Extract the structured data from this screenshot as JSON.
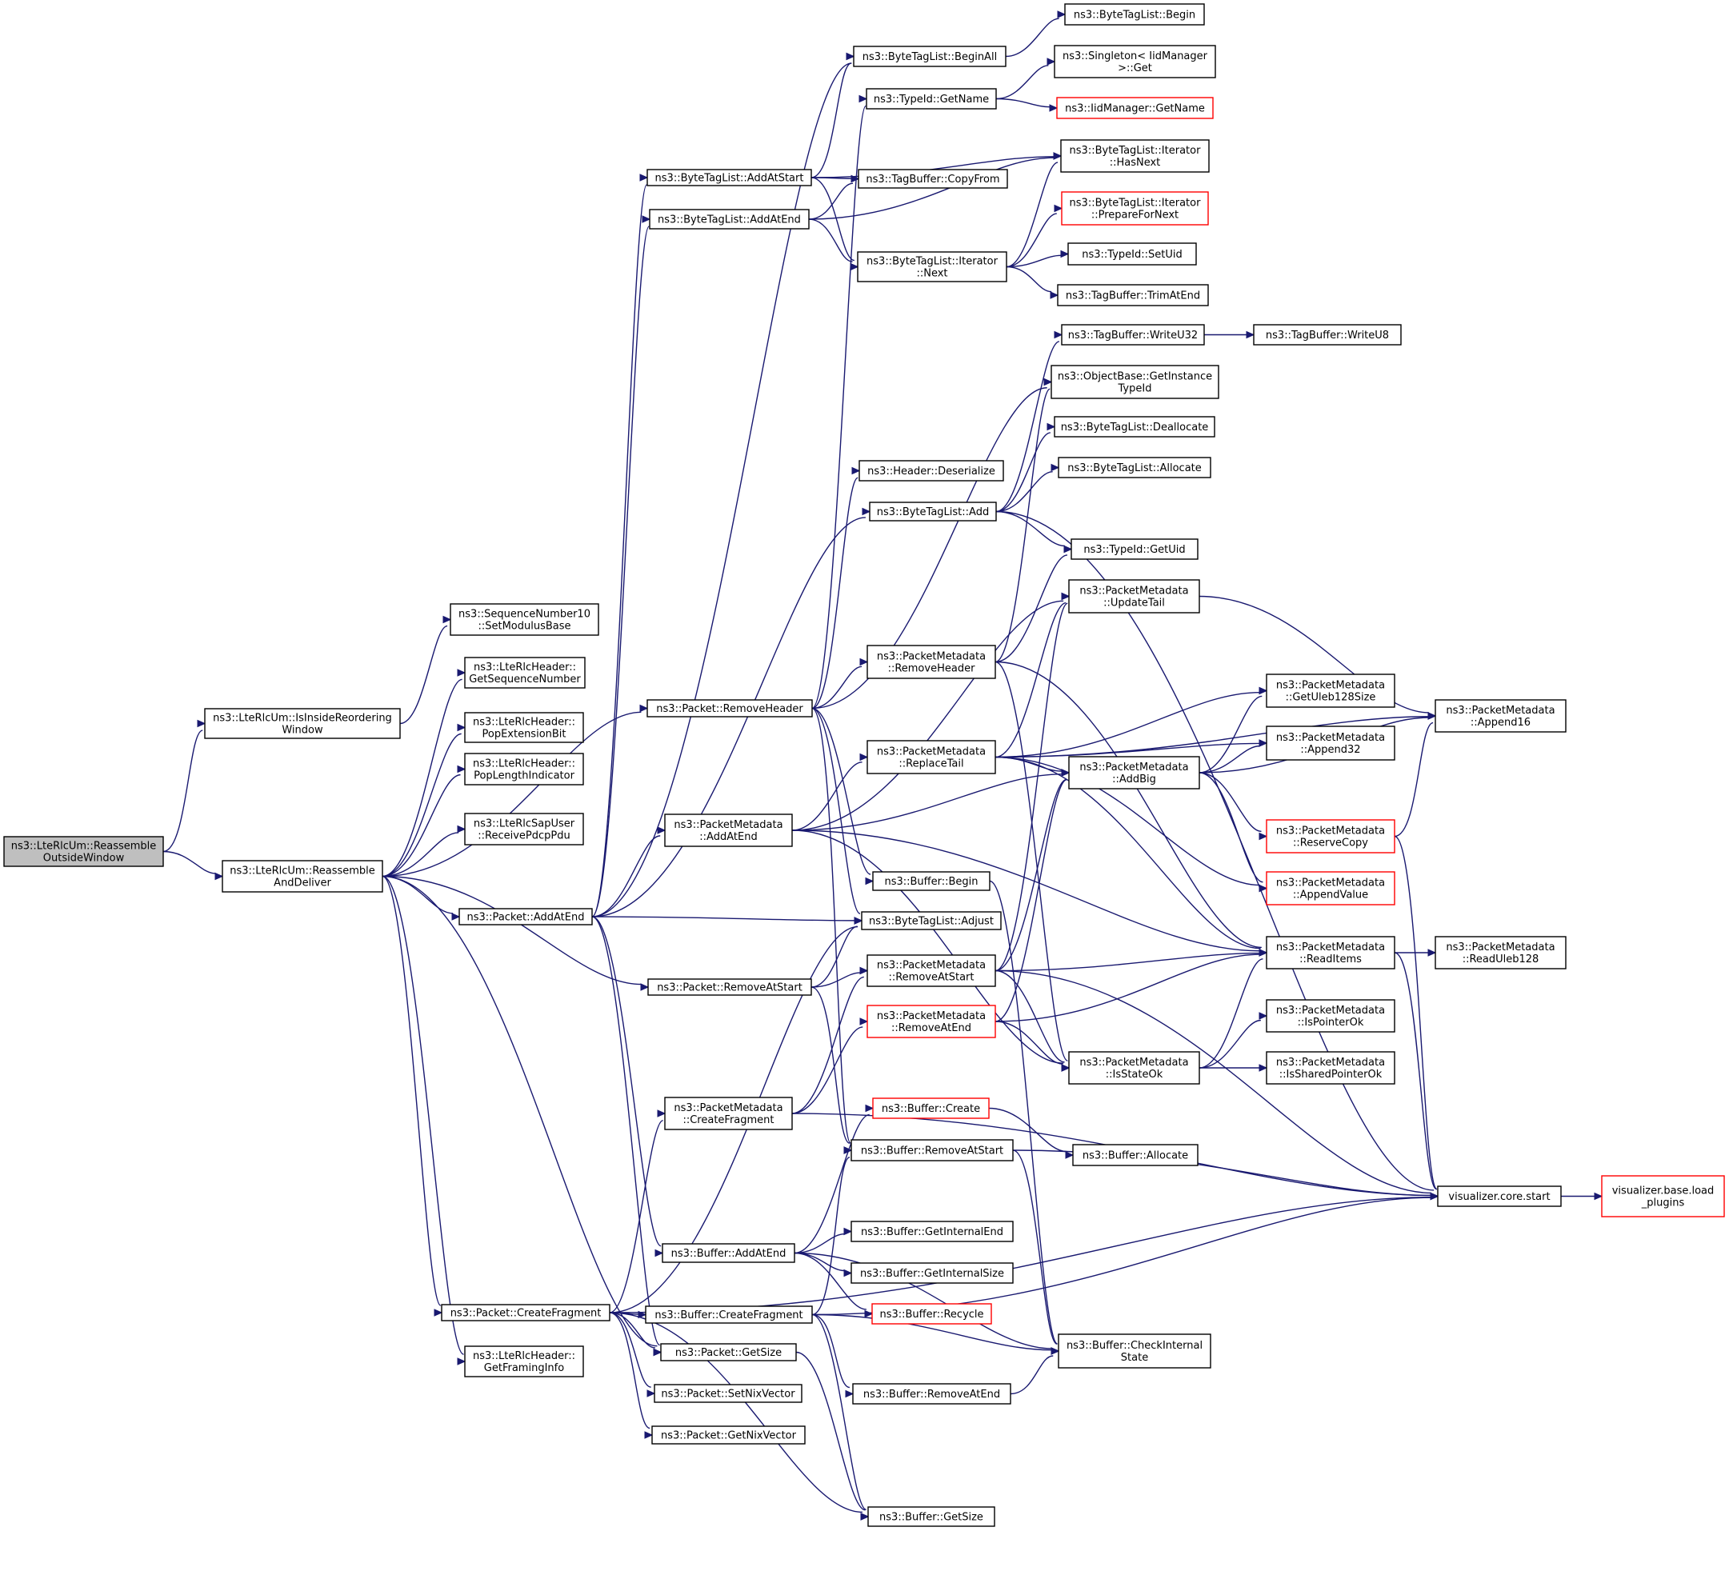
{
  "colors": {
    "edge": "#191970",
    "node_border": "#000000",
    "node_border_incomplete": "#ff0000",
    "root_fill": "#bfbfbf",
    "background": "#ffffff"
  },
  "nodes": [
    {
      "id": "root",
      "lines": [
        "ns3::LteRlcUm::Reassemble",
        "OutsideWindow"
      ],
      "kind": "root"
    },
    {
      "id": "isInside",
      "lines": [
        "ns3::LteRlcUm::IsInsideReordering",
        "Window"
      ]
    },
    {
      "id": "reasDeliver",
      "lines": [
        "ns3::LteRlcUm::Reassemble",
        "AndDeliver"
      ]
    },
    {
      "id": "setModulus",
      "lines": [
        "ns3::SequenceNumber10",
        "::SetModulusBase"
      ]
    },
    {
      "id": "getSeqNum",
      "lines": [
        "ns3::LteRlcHeader::",
        "GetSequenceNumber"
      ]
    },
    {
      "id": "popExt",
      "lines": [
        "ns3::LteRlcHeader::",
        "PopExtensionBit"
      ]
    },
    {
      "id": "popLen",
      "lines": [
        "ns3::LteRlcHeader::",
        "PopLengthIndicator"
      ]
    },
    {
      "id": "recvPdcp",
      "lines": [
        "ns3::LteRlcSapUser",
        "::ReceivePdcpPdu"
      ]
    },
    {
      "id": "pktAddAtEnd",
      "lines": [
        "ns3::Packet::AddAtEnd"
      ]
    },
    {
      "id": "getFraming",
      "lines": [
        "ns3::LteRlcHeader::",
        "GetFramingInfo"
      ]
    },
    {
      "id": "pktCreateFrag",
      "lines": [
        "ns3::Packet::CreateFragment"
      ]
    },
    {
      "id": "btlAddAtStart",
      "lines": [
        "ns3::ByteTagList::AddAtStart"
      ]
    },
    {
      "id": "btlAddAtEnd",
      "lines": [
        "ns3::ByteTagList::AddAtEnd"
      ]
    },
    {
      "id": "pktRemoveHeader",
      "lines": [
        "ns3::Packet::RemoveHeader"
      ]
    },
    {
      "id": "pmAddAtEnd",
      "lines": [
        "ns3::PacketMetadata",
        "::AddAtEnd"
      ]
    },
    {
      "id": "pktRemoveAtStart",
      "lines": [
        "ns3::Packet::RemoveAtStart"
      ]
    },
    {
      "id": "pmCreateFrag",
      "lines": [
        "ns3::PacketMetadata",
        "::CreateFragment"
      ]
    },
    {
      "id": "bufAddAtEnd",
      "lines": [
        "ns3::Buffer::AddAtEnd"
      ]
    },
    {
      "id": "bufCreateFrag",
      "lines": [
        "ns3::Buffer::CreateFragment"
      ]
    },
    {
      "id": "pktGetSize",
      "lines": [
        "ns3::Packet::GetSize"
      ]
    },
    {
      "id": "pktSetNix",
      "lines": [
        "ns3::Packet::SetNixVector"
      ]
    },
    {
      "id": "pktGetNix",
      "lines": [
        "ns3::Packet::GetNixVector"
      ]
    },
    {
      "id": "btlBeginAll",
      "lines": [
        "ns3::ByteTagList::BeginAll"
      ]
    },
    {
      "id": "tidGetName",
      "lines": [
        "ns3::TypeId::GetName"
      ]
    },
    {
      "id": "tbCopyFrom",
      "lines": [
        "ns3::TagBuffer::CopyFrom"
      ]
    },
    {
      "id": "btlIterNext",
      "lines": [
        "ns3::ByteTagList::Iterator",
        "::Next"
      ]
    },
    {
      "id": "hdrDeser",
      "lines": [
        "ns3::Header::Deserialize"
      ]
    },
    {
      "id": "btlAdd",
      "lines": [
        "ns3::ByteTagList::Add"
      ]
    },
    {
      "id": "pmRemoveHeader",
      "lines": [
        "ns3::PacketMetadata",
        "::RemoveHeader"
      ]
    },
    {
      "id": "pmReplaceTail",
      "lines": [
        "ns3::PacketMetadata",
        "::ReplaceTail"
      ]
    },
    {
      "id": "bufBegin",
      "lines": [
        "ns3::Buffer::Begin"
      ]
    },
    {
      "id": "btlAdjust",
      "lines": [
        "ns3::ByteTagList::Adjust"
      ]
    },
    {
      "id": "pmRemoveAtStart",
      "lines": [
        "ns3::PacketMetadata",
        "::RemoveAtStart"
      ]
    },
    {
      "id": "pmRemoveAtEnd",
      "lines": [
        "ns3::PacketMetadata",
        "::RemoveAtEnd"
      ],
      "kind": "red"
    },
    {
      "id": "bufCreate",
      "lines": [
        "ns3::Buffer::Create"
      ],
      "kind": "red"
    },
    {
      "id": "bufRemoveAtStart",
      "lines": [
        "ns3::Buffer::RemoveAtStart"
      ]
    },
    {
      "id": "bufGetInternalEnd",
      "lines": [
        "ns3::Buffer::GetInternalEnd"
      ]
    },
    {
      "id": "bufGetInternalSize",
      "lines": [
        "ns3::Buffer::GetInternalSize"
      ]
    },
    {
      "id": "bufRecycle",
      "lines": [
        "ns3::Buffer::Recycle"
      ],
      "kind": "red"
    },
    {
      "id": "bufRemoveAtEnd",
      "lines": [
        "ns3::Buffer::RemoveAtEnd"
      ]
    },
    {
      "id": "bufGetSize",
      "lines": [
        "ns3::Buffer::GetSize"
      ]
    },
    {
      "id": "btlBegin",
      "lines": [
        "ns3::ByteTagList::Begin"
      ]
    },
    {
      "id": "singletonGet",
      "lines": [
        "ns3::Singleton< IidManager",
        " >::Get"
      ]
    },
    {
      "id": "iidGetName",
      "lines": [
        "ns3::IidManager::GetName"
      ],
      "kind": "red"
    },
    {
      "id": "btlIterHasNext",
      "lines": [
        "ns3::ByteTagList::Iterator",
        "::HasNext"
      ]
    },
    {
      "id": "btlIterPrep",
      "lines": [
        "ns3::ByteTagList::Iterator",
        "::PrepareForNext"
      ],
      "kind": "red"
    },
    {
      "id": "tidSetUid",
      "lines": [
        "ns3::TypeId::SetUid"
      ]
    },
    {
      "id": "tbTrimAtEnd",
      "lines": [
        "ns3::TagBuffer::TrimAtEnd"
      ]
    },
    {
      "id": "tbWriteU32",
      "lines": [
        "ns3::TagBuffer::WriteU32"
      ]
    },
    {
      "id": "tbWriteU8",
      "lines": [
        "ns3::TagBuffer::WriteU8"
      ]
    },
    {
      "id": "obGetInst",
      "lines": [
        "ns3::ObjectBase::GetInstance",
        "TypeId"
      ]
    },
    {
      "id": "btlDealloc",
      "lines": [
        "ns3::ByteTagList::Deallocate"
      ]
    },
    {
      "id": "btlAlloc",
      "lines": [
        "ns3::ByteTagList::Allocate"
      ]
    },
    {
      "id": "tidGetUid",
      "lines": [
        "ns3::TypeId::GetUid"
      ]
    },
    {
      "id": "pmUpdateTail",
      "lines": [
        "ns3::PacketMetadata",
        "::UpdateTail"
      ]
    },
    {
      "id": "pmGetUleb",
      "lines": [
        "ns3::PacketMetadata",
        "::GetUleb128Size"
      ]
    },
    {
      "id": "pmAppend32",
      "lines": [
        "ns3::PacketMetadata",
        "::Append32"
      ]
    },
    {
      "id": "pmAddBig",
      "lines": [
        "ns3::PacketMetadata",
        "::AddBig"
      ]
    },
    {
      "id": "pmReserveCopy",
      "lines": [
        "ns3::PacketMetadata",
        "::ReserveCopy"
      ],
      "kind": "red"
    },
    {
      "id": "pmAppendValue",
      "lines": [
        "ns3::PacketMetadata",
        "::AppendValue"
      ],
      "kind": "red"
    },
    {
      "id": "pmReadItems",
      "lines": [
        "ns3::PacketMetadata",
        "::ReadItems"
      ]
    },
    {
      "id": "pmIsPointerOk",
      "lines": [
        "ns3::PacketMetadata",
        "::IsPointerOk"
      ]
    },
    {
      "id": "pmIsStateOk",
      "lines": [
        "ns3::PacketMetadata",
        "::IsStateOk"
      ]
    },
    {
      "id": "pmIsSharedPtr",
      "lines": [
        "ns3::PacketMetadata",
        "::IsSharedPointerOk"
      ]
    },
    {
      "id": "bufAllocate",
      "lines": [
        "ns3::Buffer::Allocate"
      ]
    },
    {
      "id": "vizStart",
      "lines": [
        "visualizer.core.start"
      ]
    },
    {
      "id": "bufCheckState",
      "lines": [
        "ns3::Buffer::CheckInternal",
        "State"
      ]
    },
    {
      "id": "pmAppend16",
      "lines": [
        "ns3::PacketMetadata",
        "::Append16"
      ]
    },
    {
      "id": "pmReadUleb",
      "lines": [
        "ns3::PacketMetadata",
        "::ReadUleb128"
      ]
    },
    {
      "id": "vizLoad",
      "lines": [
        "visualizer.base.load",
        "_plugins"
      ],
      "kind": "red"
    }
  ],
  "edges": [
    [
      "root",
      "isInside"
    ],
    [
      "root",
      "reasDeliver"
    ],
    [
      "isInside",
      "setModulus"
    ],
    [
      "reasDeliver",
      "getSeqNum"
    ],
    [
      "reasDeliver",
      "popExt"
    ],
    [
      "reasDeliver",
      "popLen"
    ],
    [
      "reasDeliver",
      "recvPdcp"
    ],
    [
      "reasDeliver",
      "pktRemoveHeader"
    ],
    [
      "reasDeliver",
      "pktAddAtEnd"
    ],
    [
      "reasDeliver",
      "pktRemoveAtStart"
    ],
    [
      "reasDeliver",
      "pktCreateFrag"
    ],
    [
      "reasDeliver",
      "getFraming"
    ],
    [
      "reasDeliver",
      "pktGetSize"
    ],
    [
      "pktAddAtEnd",
      "btlAddAtStart"
    ],
    [
      "pktAddAtEnd",
      "btlAddAtEnd"
    ],
    [
      "pktAddAtEnd",
      "btlAdd"
    ],
    [
      "pktAddAtEnd",
      "btlBeginAll"
    ],
    [
      "pktAddAtEnd",
      "pmAddAtEnd"
    ],
    [
      "pktAddAtEnd",
      "btlAdjust"
    ],
    [
      "pktAddAtEnd",
      "bufAddAtEnd"
    ],
    [
      "pktAddAtEnd",
      "pktGetSize"
    ],
    [
      "pktCreateFrag",
      "btlAdjust"
    ],
    [
      "pktCreateFrag",
      "pmCreateFrag"
    ],
    [
      "pktCreateFrag",
      "bufCreateFrag"
    ],
    [
      "pktCreateFrag",
      "pktGetSize"
    ],
    [
      "pktCreateFrag",
      "pktSetNix"
    ],
    [
      "pktCreateFrag",
      "pktGetNix"
    ],
    [
      "pktCreateFrag",
      "bufGetSize"
    ],
    [
      "pktCreateFrag",
      "vizStart"
    ],
    [
      "btlAddAtStart",
      "btlBeginAll"
    ],
    [
      "btlAddAtStart",
      "btlIterHasNext"
    ],
    [
      "btlAddAtStart",
      "tbCopyFrom"
    ],
    [
      "btlAddAtStart",
      "btlIterNext"
    ],
    [
      "btlAddAtEnd",
      "btlIterHasNext"
    ],
    [
      "btlAddAtEnd",
      "tbCopyFrom"
    ],
    [
      "btlAddAtEnd",
      "btlIterNext"
    ],
    [
      "pktRemoveHeader",
      "tidGetName"
    ],
    [
      "pktRemoveHeader",
      "obGetInst"
    ],
    [
      "pktRemoveHeader",
      "hdrDeser"
    ],
    [
      "pktRemoveHeader",
      "pmRemoveHeader"
    ],
    [
      "pktRemoveHeader",
      "bufBegin"
    ],
    [
      "pktRemoveHeader",
      "btlAdjust"
    ],
    [
      "pktRemoveHeader",
      "bufRemoveAtStart"
    ],
    [
      "pmAddAtEnd",
      "pmUpdateTail"
    ],
    [
      "pmAddAtEnd",
      "pmReplaceTail"
    ],
    [
      "pmAddAtEnd",
      "pmAddBig"
    ],
    [
      "pmAddAtEnd",
      "pmReadItems"
    ],
    [
      "pmAddAtEnd",
      "pmIsStateOk"
    ],
    [
      "pktRemoveAtStart",
      "btlAdjust"
    ],
    [
      "pktRemoveAtStart",
      "pmRemoveAtStart"
    ],
    [
      "pktRemoveAtStart",
      "bufRemoveAtStart"
    ],
    [
      "pmCreateFrag",
      "pmRemoveAtStart"
    ],
    [
      "pmCreateFrag",
      "pmRemoveAtEnd"
    ],
    [
      "pmCreateFrag",
      "vizStart"
    ],
    [
      "bufAddAtEnd",
      "bufCreate"
    ],
    [
      "bufAddAtEnd",
      "bufGetInternalEnd"
    ],
    [
      "bufAddAtEnd",
      "bufGetInternalSize"
    ],
    [
      "bufAddAtEnd",
      "bufRecycle"
    ],
    [
      "bufAddAtEnd",
      "bufCheckState"
    ],
    [
      "bufCreateFrag",
      "bufRemoveAtStart"
    ],
    [
      "bufCreateFrag",
      "bufRemoveAtEnd"
    ],
    [
      "bufCreateFrag",
      "bufGetSize"
    ],
    [
      "bufCreateFrag",
      "bufCheckState"
    ],
    [
      "bufCreateFrag",
      "vizStart"
    ],
    [
      "pktGetSize",
      "bufGetSize"
    ],
    [
      "btlBeginAll",
      "btlBegin"
    ],
    [
      "tidGetName",
      "singletonGet"
    ],
    [
      "tidGetName",
      "iidGetName"
    ],
    [
      "btlIterNext",
      "btlIterHasNext"
    ],
    [
      "btlIterNext",
      "btlIterPrep"
    ],
    [
      "btlIterNext",
      "tidSetUid"
    ],
    [
      "btlIterNext",
      "tbTrimAtEnd"
    ],
    [
      "btlAdd",
      "tbWriteU32"
    ],
    [
      "btlAdd",
      "btlDealloc"
    ],
    [
      "btlAdd",
      "btlAlloc"
    ],
    [
      "btlAdd",
      "tidGetUid"
    ],
    [
      "btlAdd",
      "vizStart"
    ],
    [
      "pmRemoveHeader",
      "tidGetUid"
    ],
    [
      "pmRemoveHeader",
      "obGetInst"
    ],
    [
      "pmRemoveHeader",
      "pmReadItems"
    ],
    [
      "pmRemoveHeader",
      "pmIsStateOk"
    ],
    [
      "pmReplaceTail",
      "pmUpdateTail"
    ],
    [
      "pmReplaceTail",
      "pmGetUleb"
    ],
    [
      "pmReplaceTail",
      "pmAppend16"
    ],
    [
      "pmReplaceTail",
      "pmAppend32"
    ],
    [
      "pmReplaceTail",
      "pmAddBig"
    ],
    [
      "pmReplaceTail",
      "pmAppendValue"
    ],
    [
      "pmReplaceTail",
      "pmReadItems"
    ],
    [
      "bufBegin",
      "bufCheckState"
    ],
    [
      "pmRemoveAtStart",
      "pmUpdateTail"
    ],
    [
      "pmRemoveAtStart",
      "pmAddBig"
    ],
    [
      "pmRemoveAtStart",
      "pmReadItems"
    ],
    [
      "pmRemoveAtStart",
      "pmIsStateOk"
    ],
    [
      "pmRemoveAtStart",
      "vizStart"
    ],
    [
      "pmRemoveAtEnd",
      "pmAddBig"
    ],
    [
      "pmRemoveAtEnd",
      "pmReadItems"
    ],
    [
      "pmRemoveAtEnd",
      "pmIsStateOk"
    ],
    [
      "bufCreate",
      "bufAllocate"
    ],
    [
      "bufRemoveAtStart",
      "bufCheckState"
    ],
    [
      "bufRemoveAtStart",
      "vizStart"
    ],
    [
      "bufRemoveAtEnd",
      "bufCheckState"
    ],
    [
      "tbWriteU32",
      "tbWriteU8"
    ],
    [
      "pmUpdateTail",
      "pmAppend16"
    ],
    [
      "pmAddBig",
      "pmGetUleb"
    ],
    [
      "pmAddBig",
      "pmAppend32"
    ],
    [
      "pmAddBig",
      "pmAppend16"
    ],
    [
      "pmAddBig",
      "pmReserveCopy"
    ],
    [
      "pmAddBig",
      "pmAppendValue"
    ],
    [
      "pmReserveCopy",
      "pmAppend16"
    ],
    [
      "pmReserveCopy",
      "vizStart"
    ],
    [
      "pmReadItems",
      "pmReadUleb"
    ],
    [
      "pmReadItems",
      "vizStart"
    ],
    [
      "pmIsStateOk",
      "pmReadItems"
    ],
    [
      "pmIsStateOk",
      "pmIsPointerOk"
    ],
    [
      "pmIsStateOk",
      "pmIsSharedPtr"
    ],
    [
      "vizStart",
      "vizLoad"
    ]
  ]
}
